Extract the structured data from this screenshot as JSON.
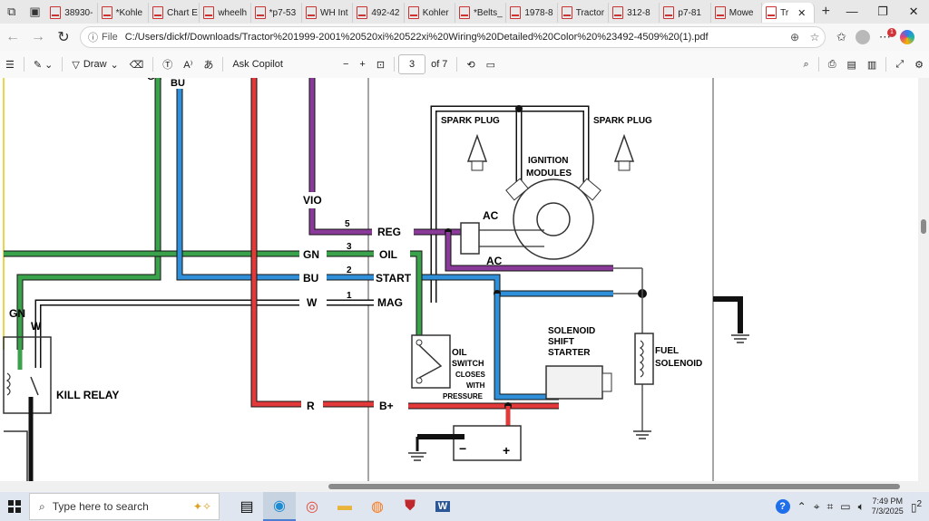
{
  "tabs": [
    {
      "label": "38930-"
    },
    {
      "label": "*Kohle"
    },
    {
      "label": "Chart E"
    },
    {
      "label": "wheelh"
    },
    {
      "label": "*p7-53"
    },
    {
      "label": "WH Int"
    },
    {
      "label": "492-42"
    },
    {
      "label": "Kohler"
    },
    {
      "label": "*Belts_"
    },
    {
      "label": "1978-8"
    },
    {
      "label": "Tractor"
    },
    {
      "label": "312-8"
    },
    {
      "label": "p7-81"
    },
    {
      "label": "Mowe"
    },
    {
      "label": "Tr"
    }
  ],
  "address": {
    "scheme_label": "File",
    "url": "C:/Users/dickf/Downloads/Tractor%201999-2001%20520xi%20522xi%20Wiring%20Detailed%20Color%20%23492-4509%20(1).pdf"
  },
  "pdf_toolbar": {
    "draw_label": "Draw",
    "ask_copilot_label": "Ask Copilot",
    "page_number": "3",
    "page_total": "of 7"
  },
  "diagram": {
    "labels": {
      "gn_top": "GN",
      "bu_top": "BU",
      "vio": "VIO",
      "wire5": "5",
      "reg": "REG",
      "wire3": "3",
      "gn_mid": "GN",
      "oil": "OIL",
      "wire2": "2",
      "bu_mid": "BU",
      "start": "START",
      "wire1": "1",
      "w_mid": "W",
      "mag": "MAG",
      "r_mid": "R",
      "b_plus": "B+",
      "gn_left": "GN",
      "w_left": "W",
      "kill_relay": "KILL RELAY",
      "spark_plug_left": "SPARK PLUG",
      "spark_plug_right": "SPARK PLUG",
      "ignition": "IGNITION",
      "modules": "MODULES",
      "ac1": "AC",
      "ac2": "AC",
      "oil_switch_1": "OIL",
      "oil_switch_2": "SWITCH",
      "oil_switch_3": "CLOSES",
      "oil_switch_4": "WITH",
      "oil_switch_5": "PRESSURE",
      "solenoid_1": "SOLENOID",
      "solenoid_2": "SHIFT",
      "solenoid_3": "STARTER",
      "fuel_1": "FUEL",
      "fuel_2": "SOLENOID",
      "minus": "−",
      "plus": "+"
    }
  },
  "taskbar": {
    "search_placeholder": "Type here to search",
    "time": "7:49 PM",
    "date": "7/3/2025",
    "notif_count": "2"
  }
}
